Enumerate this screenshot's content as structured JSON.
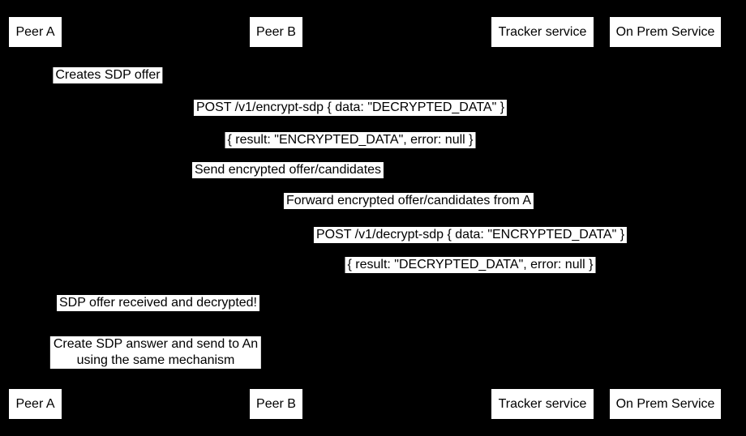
{
  "diagram": {
    "type": "sequence",
    "colors": {
      "background": "#000000",
      "node_fill": "#ffffff",
      "node_text": "#000000"
    },
    "actors": [
      {
        "label": "Peer A"
      },
      {
        "label": "Peer B"
      },
      {
        "label": "Tracker service"
      },
      {
        "label": "On Prem Service"
      }
    ],
    "messages": [
      {
        "label": "Creates SDP offer"
      },
      {
        "label": "POST /v1/encrypt-sdp { data: \"DECRYPTED_DATA\" }"
      },
      {
        "label": "{ result: \"ENCRYPTED_DATA\", error: null }"
      },
      {
        "label": "Send encrypted offer/candidates"
      },
      {
        "label": "Forward encrypted offer/candidates from A"
      },
      {
        "label": "POST /v1/decrypt-sdp { data: \"ENCRYPTED_DATA\" }"
      },
      {
        "label": "{ result: \"DECRYPTED_DATA\", error: null }"
      },
      {
        "label": "SDP offer received and decrypted!"
      },
      {
        "lines": [
          "Create SDP answer and send to An",
          "using the same mechanism"
        ]
      }
    ]
  }
}
